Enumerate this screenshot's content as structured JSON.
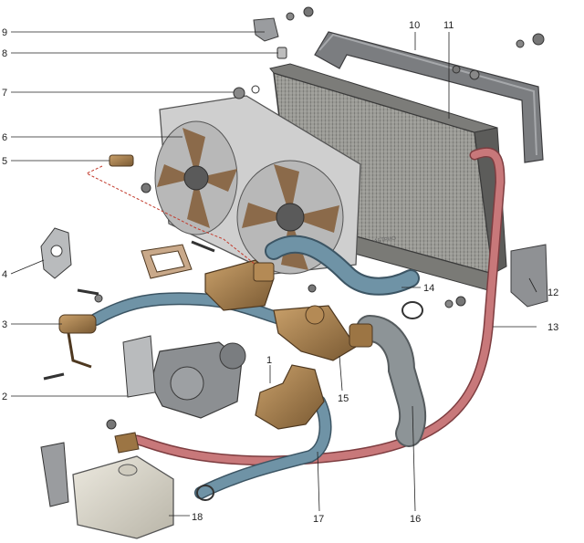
{
  "callouts": {
    "c1": "1",
    "c2": "2",
    "c3": "3",
    "c4": "4",
    "c5": "5",
    "c6": "6",
    "c7": "7",
    "c8": "8",
    "c9": "9",
    "c10": "10",
    "c11": "11",
    "c12": "12",
    "c13": "13",
    "c14": "14",
    "c15": "15",
    "c16": "16",
    "c17": "17",
    "c18": "18"
  },
  "watermark": "АБТРИО",
  "colors": {
    "radiator_core": "#8a8a86",
    "radiator_frame": "#6e6e6e",
    "shroud": "#c9c9c9",
    "fan_blade": "#8b6a4a",
    "hose_blue": "#6f93a6",
    "hose_red": "#c8787a",
    "hose_grey": "#8d9497",
    "bronze": "#a8814f",
    "tank": "#d8d4c8"
  }
}
